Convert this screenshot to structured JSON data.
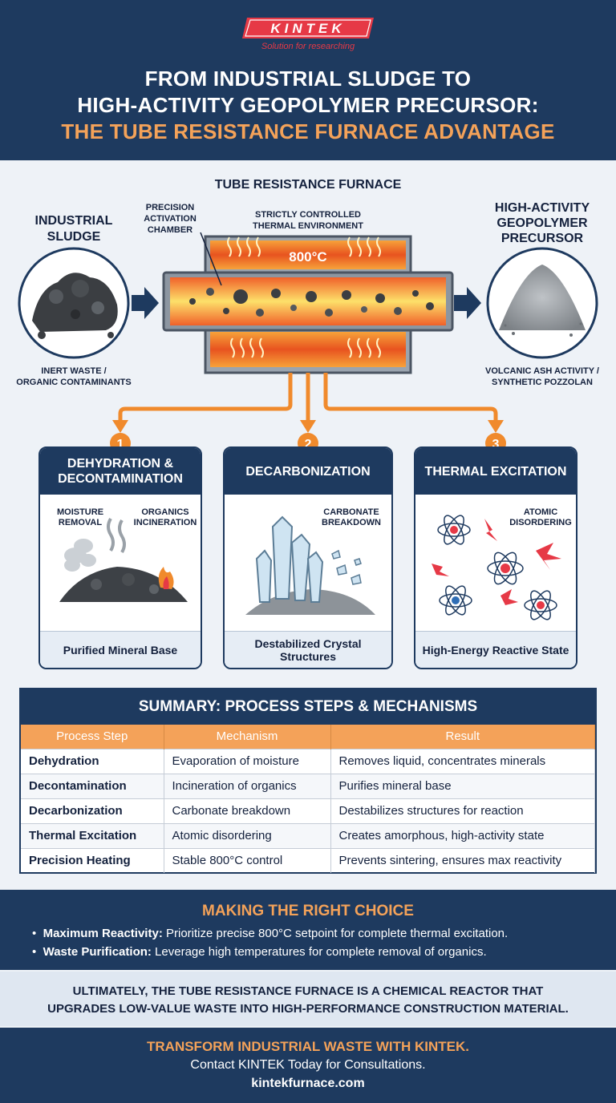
{
  "brand": {
    "logo_text": "KINTEK",
    "tagline": "Solution for researching",
    "accent": "#e63946"
  },
  "headline": {
    "line1": "FROM INDUSTRIAL SLUDGE TO",
    "line2": "HIGH-ACTIVITY GEOPOLYMER PRECURSOR:",
    "line3": "THE TUBE RESISTANCE FURNACE ADVANTAGE"
  },
  "diagram": {
    "furnace_title": "TUBE RESISTANCE FURNACE",
    "input_title_1": "INDUSTRIAL",
    "input_title_2": "SLUDGE",
    "input_caption_1": "INERT WASTE /",
    "input_caption_2": "ORGANIC CONTAMINANTS",
    "chamber_label_1": "PRECISION",
    "chamber_label_2": "ACTIVATION",
    "chamber_label_3": "CHAMBER",
    "env_label_1": "STRICTLY CONTROLLED",
    "env_label_2": "THERMAL ENVIRONMENT",
    "temperature": "800°C",
    "output_title_1": "HIGH-ACTIVITY",
    "output_title_2": "GEOPOLYMER",
    "output_title_3": "PRECURSOR",
    "output_caption_1": "VOLCANIC ASH ACTIVITY /",
    "output_caption_2": "SYNTHETIC POZZOLAN"
  },
  "steps": [
    {
      "number": "1",
      "title": "DEHYDRATION & DECONTAMINATION",
      "note_a": "MOISTURE REMOVAL",
      "note_b": "ORGANICS INCINERATION",
      "result": "Purified Mineral Base"
    },
    {
      "number": "2",
      "title": "DECARBONIZATION",
      "note_a": "CARBONATE BREAKDOWN",
      "result": "Destabilized Crystal Structures"
    },
    {
      "number": "3",
      "title": "THERMAL EXCITATION",
      "note_a": "ATOMIC DISORDERING",
      "result": "High-Energy Reactive State"
    }
  ],
  "summary": {
    "title": "SUMMARY: PROCESS STEPS & MECHANISMS",
    "headers": [
      "Process Step",
      "Mechanism",
      "Result"
    ],
    "rows": [
      [
        "Dehydration",
        "Evaporation of moisture",
        "Removes liquid, concentrates minerals"
      ],
      [
        "Decontamination",
        "Incineration of organics",
        "Purifies mineral base"
      ],
      [
        "Decarbonization",
        "Carbonate breakdown",
        "Destabilizes structures for reaction"
      ],
      [
        "Thermal Excitation",
        "Atomic disordering",
        "Creates amorphous, high-activity state"
      ],
      [
        "Precision Heating",
        "Stable 800°C control",
        "Prevents sintering, ensures max reactivity"
      ]
    ]
  },
  "choice": {
    "title": "MAKING THE RIGHT CHOICE",
    "b1_label": "Maximum Reactivity:",
    "b1_text": " Prioritize precise 800°C setpoint for complete thermal excitation.",
    "b2_label": "Waste Purification:",
    "b2_text": " Leverage high temperatures for complete removal of organics."
  },
  "ultimately": {
    "line1": "ULTIMATELY, THE TUBE RESISTANCE FURNACE IS A CHEMICAL REACTOR THAT",
    "line2": "UPGRADES LOW-VALUE WASTE INTO HIGH-PERFORMANCE CONSTRUCTION MATERIAL."
  },
  "footer": {
    "cta": "TRANSFORM INDUSTRIAL WASTE WITH KINTEK.",
    "contact": "Contact KINTEK Today for Consultations.",
    "website": "kintekfurnace.com"
  },
  "colors": {
    "navy": "#1e3a5f",
    "orange": "#f4a259",
    "furnace_hot": "#e85d2c"
  }
}
